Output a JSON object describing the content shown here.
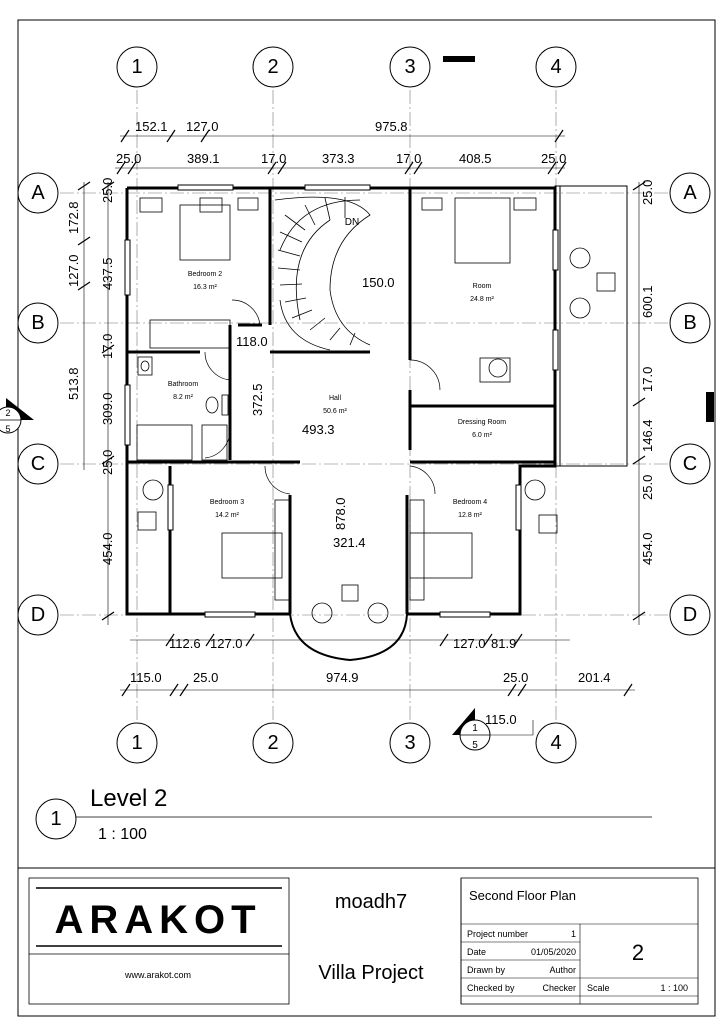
{
  "grid": {
    "columns": [
      "1",
      "2",
      "3",
      "4"
    ],
    "rows": [
      "A",
      "B",
      "C",
      "D"
    ]
  },
  "rooms": [
    {
      "name": "Bedroom 2",
      "area": "16.3 m²"
    },
    {
      "name": "Room",
      "area": "24.8 m²"
    },
    {
      "name": "Bathroom",
      "area": "8.2 m²"
    },
    {
      "name": "Hall",
      "area": "50.6 m²"
    },
    {
      "name": "Dressing Room",
      "area": "6.0 m²"
    },
    {
      "name": "Bedroom 3",
      "area": "14.2 m²"
    },
    {
      "name": "Bedroom 4",
      "area": "12.8 m²"
    }
  ],
  "stair_label": "DN",
  "dimensions": {
    "top": [
      "152.1",
      "127.0",
      "975.8",
      "25.0",
      "389.1",
      "17.0",
      "373.3",
      "17.0",
      "408.5",
      "25.0"
    ],
    "left": [
      "25.0",
      "172.8",
      "127.0",
      "437.5",
      "17.0",
      "513.8",
      "309.0",
      "25.0",
      "454.0"
    ],
    "right": [
      "25.0",
      "600.1",
      "17.0",
      "146.4",
      "25.0",
      "454.0"
    ],
    "interior": [
      "150.0",
      "118.0",
      "372.5",
      "493.3",
      "878.0",
      "321.4"
    ],
    "bottom": [
      "112.6",
      "127.0",
      "127.0",
      "81.9",
      "115.0",
      "25.0",
      "974.9",
      "25.0",
      "201.4",
      "115.0"
    ]
  },
  "section_markers": {
    "left": {
      "top": "2",
      "bottom": "5"
    },
    "bottom": {
      "top": "1",
      "bottom": "5"
    }
  },
  "view": {
    "number": "1",
    "title": "Level 2",
    "scale": "1 : 100"
  },
  "title_block": {
    "logo_text": "ARAKOT",
    "website": "www.arakot.com",
    "client": "moadh7",
    "project_name": "Villa Project",
    "sheet_name": "Second Floor Plan",
    "sheet_number": "2",
    "fields": [
      {
        "label": "Project number",
        "value": "1"
      },
      {
        "label": "Date",
        "value": "01/05/2020"
      },
      {
        "label": "Drawn by",
        "value": "Author"
      },
      {
        "label": "Checked by",
        "value": "Checker"
      }
    ],
    "scale_label": "Scale",
    "scale_value": "1 : 100"
  }
}
